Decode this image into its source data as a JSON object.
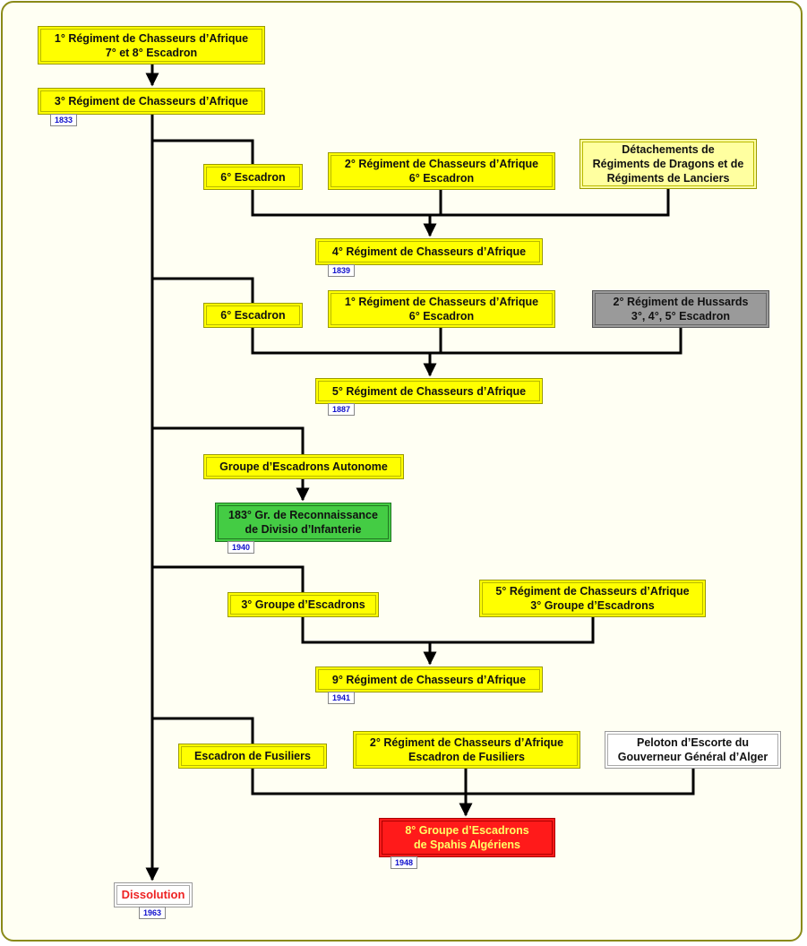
{
  "nodes": {
    "rca1": "1° Régiment de Chasseurs d’Afrique\n7° et 8° Escadron",
    "rca3": "3° Régiment de Chasseurs d’Afrique",
    "esc6_a": "6° Escadron",
    "rca2_esc6": "2° Régiment de Chasseurs d’Afrique\n6° Escadron",
    "detachements": "Détachements de\nRégiments de Dragons et de\nRégiments de Lanciers",
    "rca4": "4° Régiment de Chasseurs d’Afrique",
    "esc6_b": "6° Escadron",
    "rca1_esc6": "1° Régiment de Chasseurs d’Afrique\n6° Escadron",
    "hussards2": "2° Régiment de Hussards\n3°, 4°, 5° Escadron",
    "rca5": "5° Régiment de Chasseurs d’Afrique",
    "gea": "Groupe d’Escadrons Autonome",
    "gr183": "183° Gr. de Reconnaissance\nde Divisio d’Infanterie",
    "ge3": "3° Groupe d’Escadrons",
    "rca5_ge3": "5° Régiment de Chasseurs d’Afrique\n3° Groupe d’Escadrons",
    "rca9": "9° Régiment de Chasseurs d’Afrique",
    "esc_fus": "Escadron de Fusiliers",
    "rca2_fus": "2° Régiment de Chasseurs d’Afrique\nEscadron de Fusiliers",
    "peloton": "Peloton d’Escorte du\nGouverneur Général d’Alger",
    "ge8": "8° Groupe d’Escadrons\nde Spahis Algériens",
    "dissolution": "Dissolution"
  },
  "years": {
    "rca3": "1833",
    "rca4": "1839",
    "rca5": "1887",
    "gr183": "1940",
    "rca9": "1941",
    "ge8": "1948",
    "dissolution": "1963"
  },
  "colors": {
    "frame": "#8a8a18",
    "yellow": "#ffff00",
    "pale_yellow": "#ffffa0",
    "gray": "#9a9a9a",
    "green": "#44cc44",
    "red": "#ff1a1a",
    "year_text": "#1010cc",
    "dissolution_text": "#ee2222"
  }
}
